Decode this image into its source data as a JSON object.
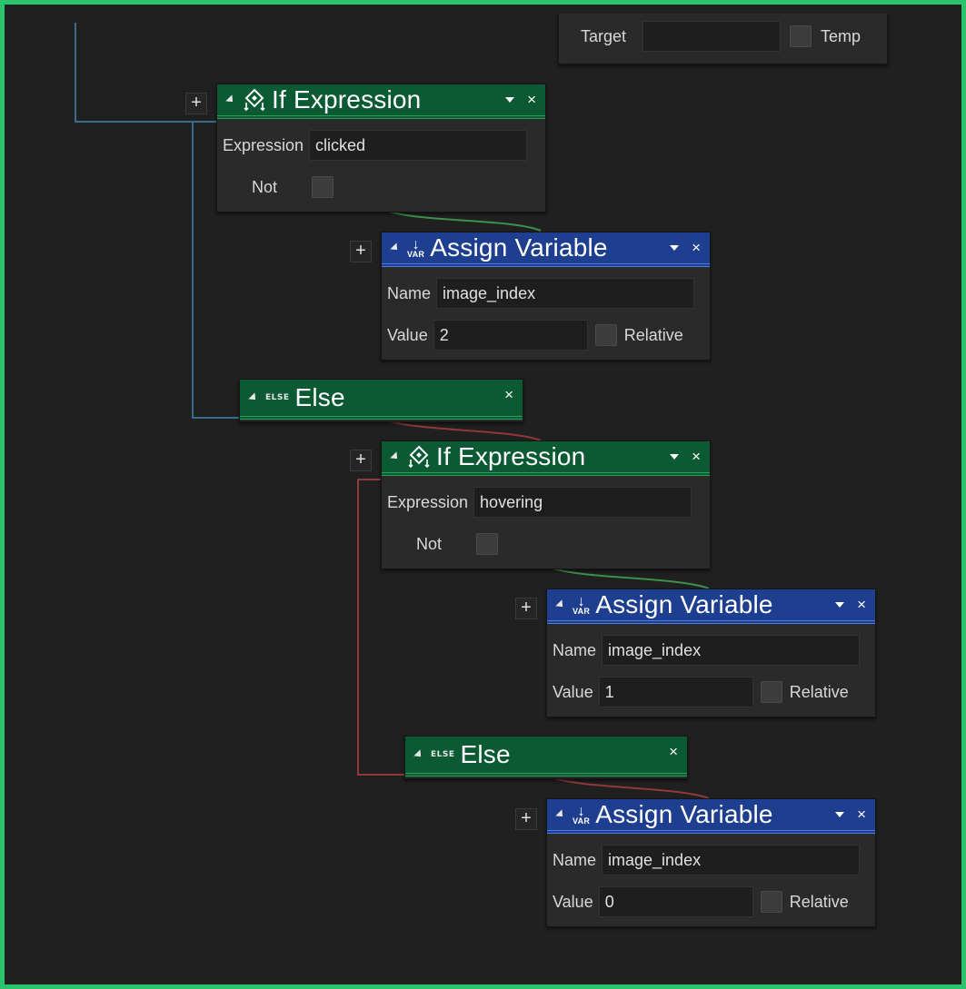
{
  "partial_node": {
    "target_label": "Target",
    "target_value": "",
    "temp_label": "Temp"
  },
  "if1": {
    "title": "If Expression",
    "expression_label": "Expression",
    "expression_value": "clicked",
    "not_label": "Not"
  },
  "assign1": {
    "icon_text": "VAR",
    "title": "Assign Variable",
    "name_label": "Name",
    "name_value": "image_index",
    "value_label": "Value",
    "value_value": "2",
    "relative_label": "Relative"
  },
  "else1": {
    "icon_text": "ELSE",
    "title": "Else"
  },
  "if2": {
    "title": "If Expression",
    "expression_label": "Expression",
    "expression_value": "hovering",
    "not_label": "Not"
  },
  "assign2": {
    "icon_text": "VAR",
    "title": "Assign Variable",
    "name_label": "Name",
    "name_value": "image_index",
    "value_label": "Value",
    "value_value": "1",
    "relative_label": "Relative"
  },
  "else2": {
    "icon_text": "ELSE",
    "title": "Else"
  },
  "assign3": {
    "icon_text": "VAR",
    "title": "Assign Variable",
    "name_label": "Name",
    "name_value": "image_index",
    "value_label": "Value",
    "value_value": "0",
    "relative_label": "Relative"
  },
  "ui": {
    "plus": "+",
    "close": "×"
  },
  "colors": {
    "frame": "#2ac46e",
    "green_header": "#0b5a34",
    "blue_header": "#1e3f8f",
    "wire_blue": "#3a6b8f",
    "wire_green": "#3f8f4f",
    "wire_red": "#8f3a3a"
  }
}
